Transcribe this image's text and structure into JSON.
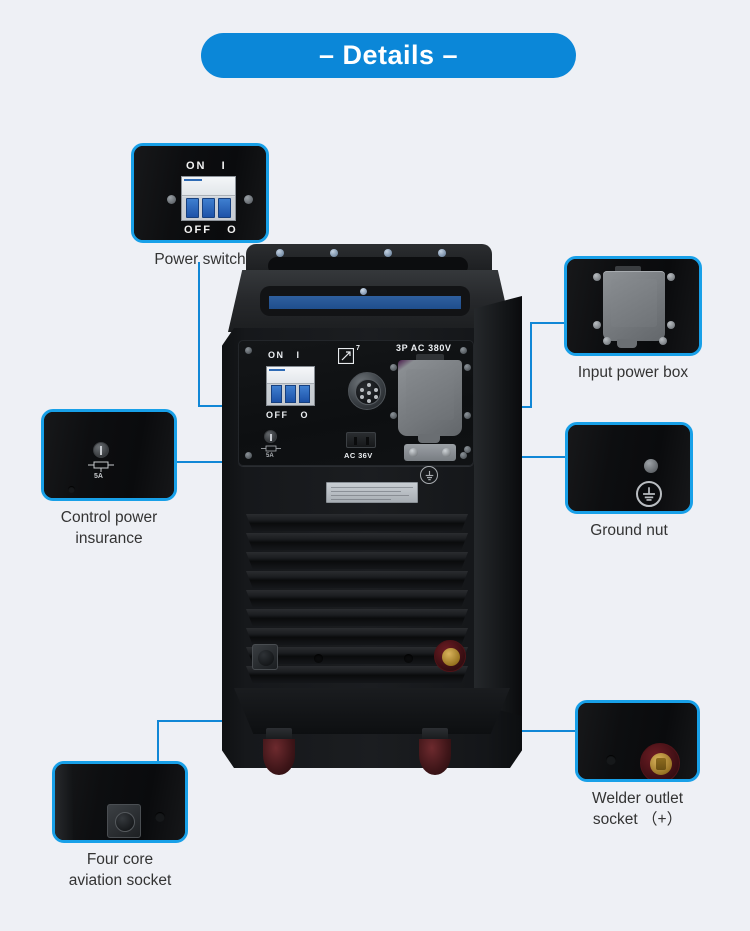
{
  "header": {
    "title": "– Details –"
  },
  "colors": {
    "background": "#eef0f5",
    "accent_blue": "#0b87d8",
    "callout_border": "#18a0e8",
    "connector_line": "#1187d6",
    "caption_text": "#333333",
    "breaker_lever_blue": "#2f67ba",
    "socket_red": "#4e1317",
    "socket_brass": "#c8a24e"
  },
  "callouts": [
    {
      "id": "power-switch",
      "caption": "Power switch",
      "detail_labels": {
        "on": "ON",
        "off": "OFF",
        "on_symbol": "I",
        "off_symbol": "O"
      }
    },
    {
      "id": "input-power-box",
      "caption": "Input power box"
    },
    {
      "id": "control-power-insurance",
      "caption": "Control power insurance",
      "detail_labels": {
        "rating": "5A"
      }
    },
    {
      "id": "ground-nut",
      "caption": "Ground nut"
    },
    {
      "id": "four-core-aviation-socket",
      "caption": "Four core\naviation socket"
    },
    {
      "id": "welder-outlet-socket",
      "caption": "Welder outlet socket （+）"
    }
  ],
  "machine_panel": {
    "voltage_label": "3P AC 380V",
    "breaker_on": "ON",
    "breaker_on_symbol": "I",
    "breaker_off": "OFF",
    "breaker_off_symbol": "O",
    "aux_outlet_label": "AC 36V",
    "fuse_rating": "5A",
    "arrow_marker": "7"
  }
}
